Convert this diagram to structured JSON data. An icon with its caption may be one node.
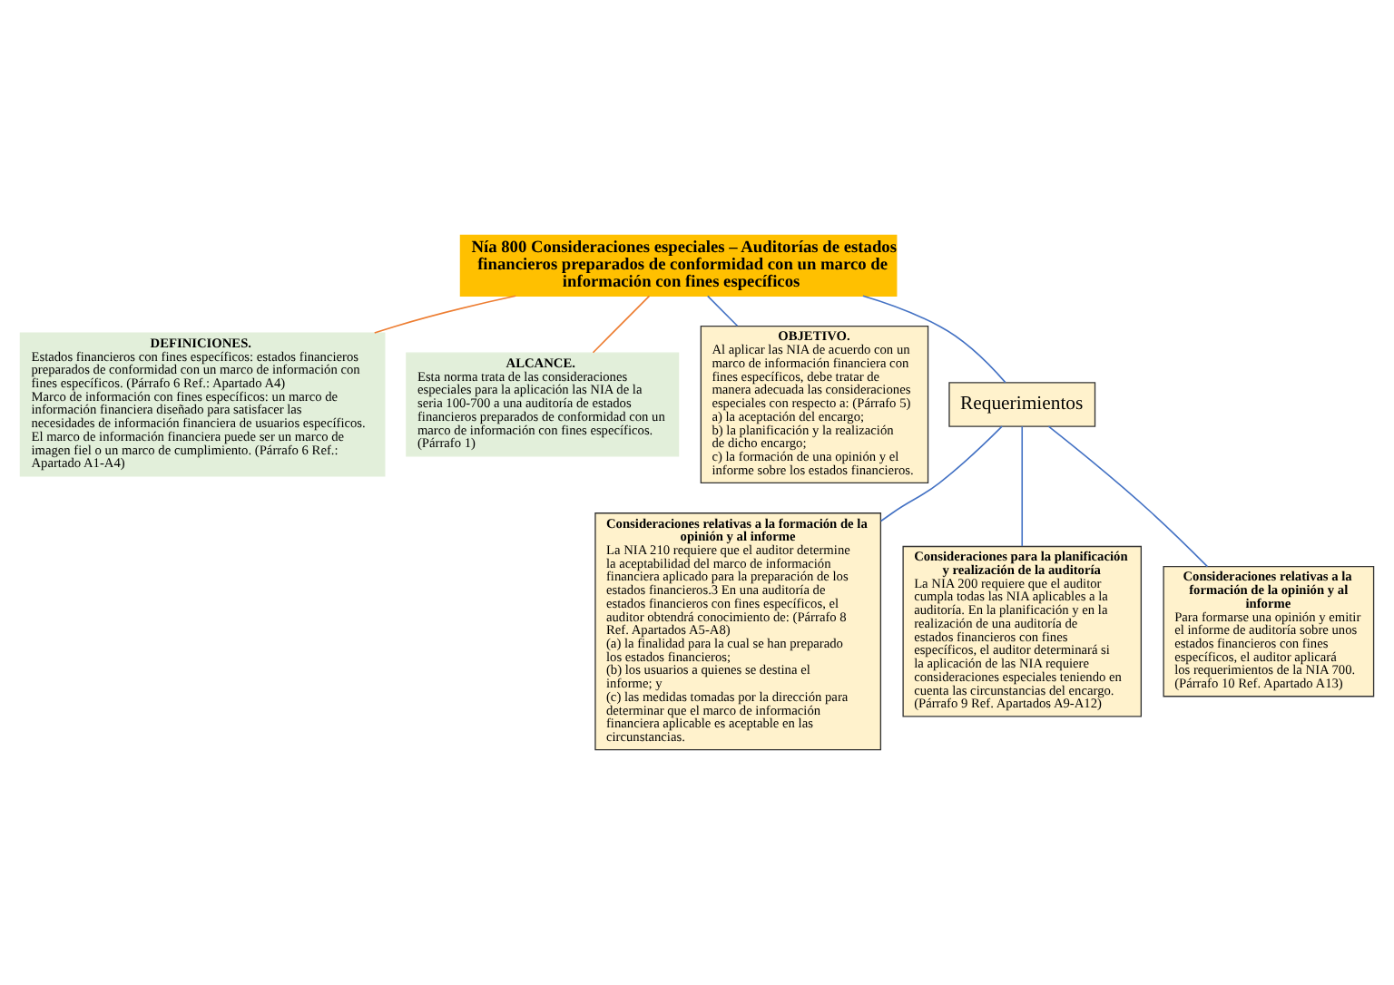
{
  "diagram": {
    "nodes": [
      {
        "text": [
          "Nía 800 Consideraciones especiales – Auditorías de estados financieros preparados de conformidad con un marco de información con fines específicos"
        ]
      },
      {
        "text": [
          "DEFINICIONES.",
          "Estados financieros con fines específicos: estados financieros preparados de conformidad con un marco de información con fines específicos. (Párrafo 6 Ref.: Apartado A4)",
          "Marco de información con fines específicos: un marco de información financiera diseñado para satisfacer las necesidades de información financiera de usuarios específicos. El marco de información financiera puede ser un marco de imagen fiel o un marco de cumplimiento. (Párrafo 6 Ref.: Apartado A1-A4)"
        ]
      },
      {
        "text": [
          "ALCANCE.",
          "Esta norma trata de las consideraciones especiales para la aplicación las NIA de la seria 100-700 a una auditoría de estados financieros preparados de conformidad con un marco de información con fines específicos. (Párrafo 1)"
        ]
      },
      {
        "text": [
          "OBJETIVO.",
          "Al aplicar las NIA de acuerdo con un marco de información financiera con fines específicos, debe tratar de manera adecuada las consideraciones especiales con respecto a: (Párrafo 5)",
          "a) la aceptación del encargo;",
          "b) la planificación y la realización de dicho encargo;",
          "c) la formación de una opinión y el informe sobre los estados financieros."
        ]
      },
      {
        "text": [
          "Requerimientos"
        ]
      },
      {
        "text": [
          "Consideraciones relativas a la formación de la opinión y al informe",
          "La NIA 210 requiere que el auditor determine la aceptabilidad del marco de información financiera aplicado para la preparación de los estados financieros.3 En una auditoría de estados financieros con fines específicos, el auditor obtendrá conocimiento de: (Párrafo 8 Ref. Apartados A5-A8)",
          "(a) la finalidad para la cual se han preparado los estados financieros;",
          "(b) los usuarios a quienes se destina el informe; y",
          "(c) las medidas tomadas por la dirección para determinar que el marco de información financiera aplicable es aceptable en las circunstancias."
        ]
      },
      {
        "text": [
          "Consideraciones para la planificación y realización de la auditoría",
          "La NIA 200 requiere que el auditor cumpla todas las NIA aplicables a la auditoría. En la planificación y en la realización de una auditoría de estados financieros con fines específicos, el auditor determinará si la aplicación de las NIA requiere consideraciones especiales teniendo en cuenta las circunstancias del encargo. (Párrafo 9 Ref. Apartados A9-A12)"
        ]
      },
      {
        "text": [
          "Consideraciones relativas a la formación de la opinión y al informe",
          "Para formarse una opinión y emitir el informe de auditoría sobre unos estados financieros con fines específicos, el auditor aplicará los requerimientos de la NIA 700. (Párrafo 10 Ref. Apartado A13)"
        ]
      }
    ],
    "edges": [
      {
        "from": 0,
        "to": 1,
        "arrow": "none",
        "color": "#ed7d31"
      },
      {
        "from": 0,
        "to": 2,
        "arrow": "none",
        "color": "#ed7d31"
      },
      {
        "from": 0,
        "to": 3,
        "arrow": "none"
      },
      {
        "from": 0,
        "to": 4,
        "arrow": "none"
      },
      {
        "from": 4,
        "to": 5,
        "arrow": "none"
      },
      {
        "from": 4,
        "to": 6,
        "arrow": "none"
      },
      {
        "from": 4,
        "to": 7,
        "arrow": "none"
      }
    ]
  }
}
